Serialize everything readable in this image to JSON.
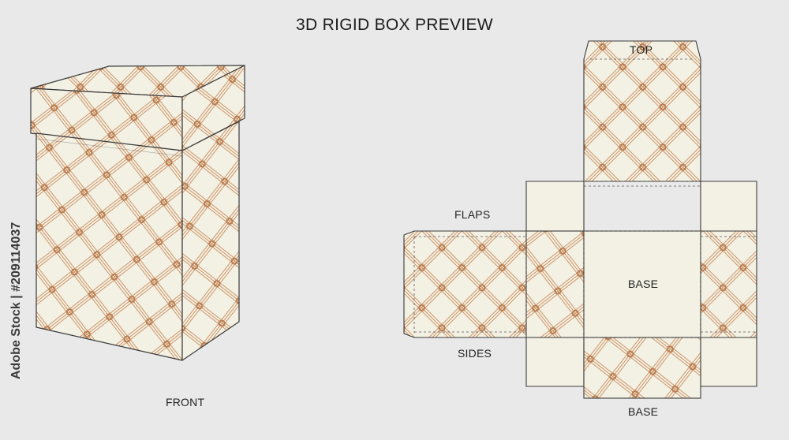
{
  "title": "3D RIGID BOX PREVIEW",
  "stock_id": "Adobe Stock | #209114037",
  "labels": {
    "front": "FRONT",
    "top": "TOP",
    "flaps": "FLAPS",
    "sides": "SIDES",
    "base_center": "BASE",
    "base_bottom": "BASE"
  },
  "colors": {
    "background": "#e9e9e9",
    "board": "#f3f1e4",
    "pattern": "#c8895a",
    "outline": "#3a3a3a"
  }
}
